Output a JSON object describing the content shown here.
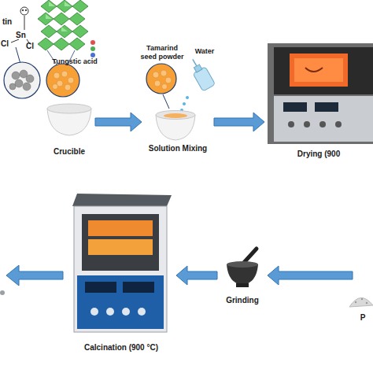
{
  "diagram": {
    "nodes": [
      {
        "text": [
          "Crucible"
        ]
      },
      {
        "text": [
          "Solution Mixing"
        ]
      },
      {
        "text": [
          "Drying (900"
        ]
      },
      {
        "text": [
          "P"
        ]
      },
      {
        "text": [
          "Grinding"
        ]
      },
      {
        "text": [
          "Calcination (900 °C)"
        ]
      }
    ],
    "edges": [
      {
        "from": 0,
        "to": 1,
        "arrow": "to"
      },
      {
        "from": 1,
        "to": 2,
        "arrow": "to"
      },
      {
        "from": 3,
        "to": 4,
        "arrow": "to"
      },
      {
        "from": 4,
        "to": 5,
        "arrow": "to"
      }
    ],
    "labels": [
      "tin",
      "Sn",
      "Cl",
      "Cl",
      "Tungstic acid",
      "Tamarind seed powder",
      "Water"
    ]
  }
}
